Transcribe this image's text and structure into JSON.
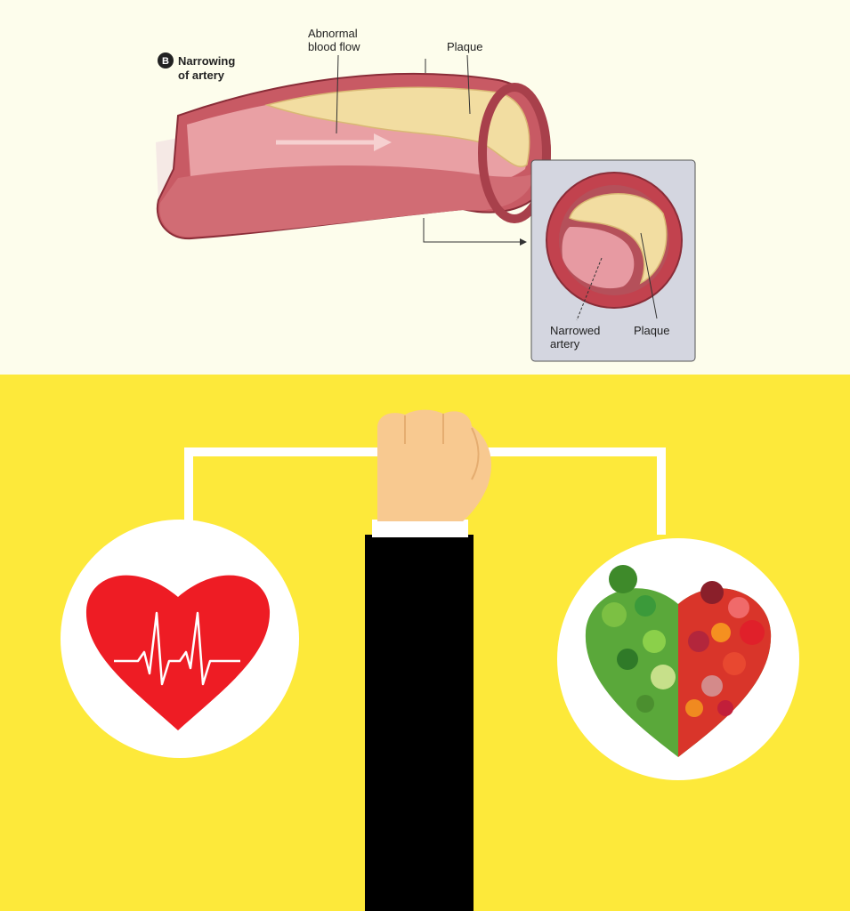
{
  "diagram": {
    "badge_letter": "B",
    "title_line1": "Narrowing",
    "title_line2": "of artery",
    "label_flow_line1": "Abnormal",
    "label_flow_line2": "blood flow",
    "label_plaque_top": "Plaque",
    "label_narrowed_line1": "Narrowed",
    "label_narrowed_line2": "artery",
    "label_plaque_cross": "Plaque"
  },
  "colors": {
    "top_background": "#fdfdec",
    "bottom_background": "#fde93a",
    "artery_wall": "#c85a64",
    "artery_inner": "#e9a0a4",
    "plaque": "#f2dda1",
    "inset_panel": "#d4d6e0",
    "heart_red": "#ee1c24",
    "sleeve": "#000000",
    "hand": "#f8c990"
  },
  "icons": {
    "heart": "heart-ecg-icon",
    "fist": "fist-icon",
    "produce_heart": "vegetable-heart-icon"
  }
}
